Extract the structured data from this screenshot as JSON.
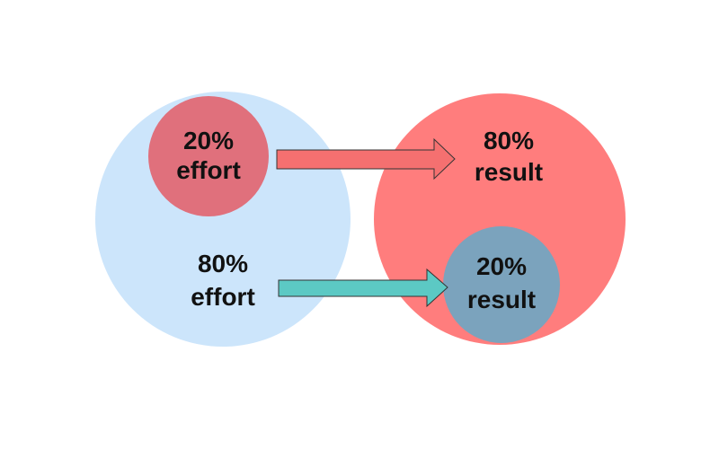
{
  "labels": {
    "effort_small": {
      "line1": "20%",
      "line2": "effort"
    },
    "effort_large": {
      "line1": "80%",
      "line2": "effort"
    },
    "result_large": {
      "line1": "80%",
      "line2": "result"
    },
    "result_small": {
      "line1": "20%",
      "line2": "result"
    }
  },
  "colors": {
    "effort_circle": "#cce5fb",
    "effort_inner_circle": "#e0707c",
    "result_circle": "#ff7d7d",
    "result_inner_circle": "#7ba3bd",
    "arrow_top": "#f57070",
    "arrow_bottom": "#5cc9c4",
    "arrow_stroke": "#333333"
  }
}
